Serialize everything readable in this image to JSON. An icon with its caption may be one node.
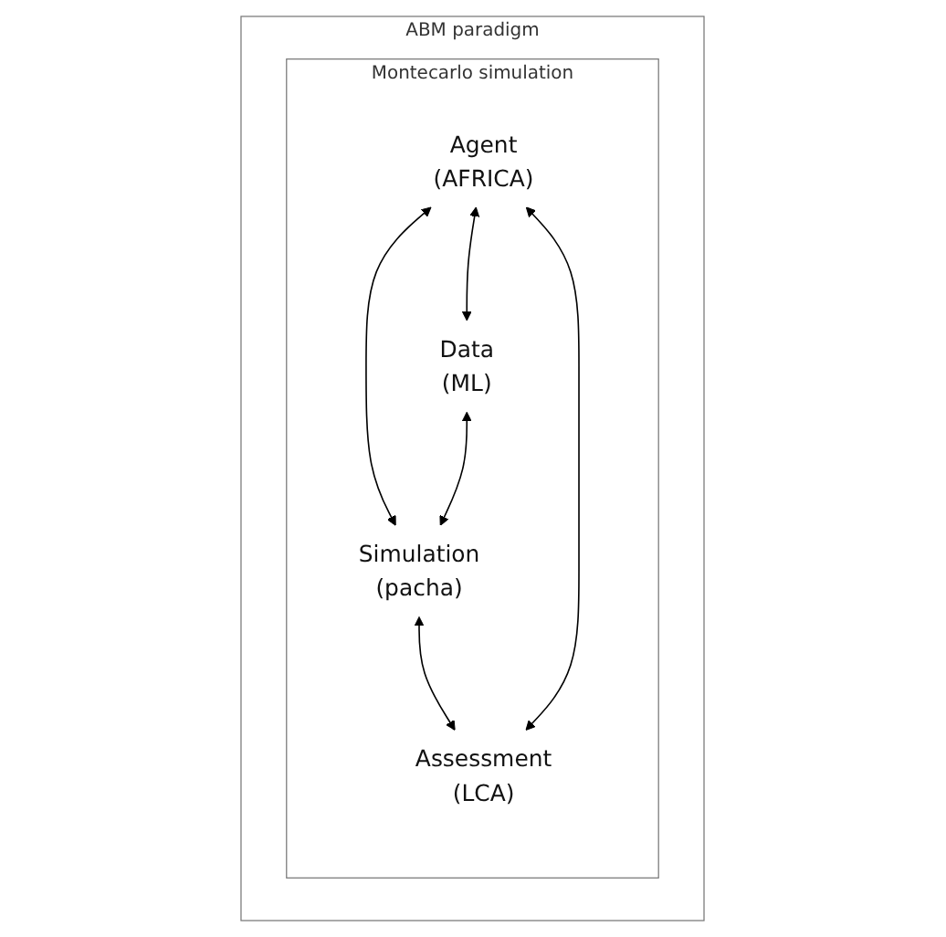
{
  "diagram": {
    "nodes": [
      {
        "text": [
          "ABM paradigm"
        ]
      },
      {
        "text": [
          "Montecarlo simulation"
        ],
        "in": 0
      },
      {
        "text": [
          "Agent",
          "(AFRICA)"
        ],
        "in": 1
      },
      {
        "text": [
          "Data",
          "(ML)"
        ],
        "in": 1
      },
      {
        "text": [
          "Simulation",
          "(pacha)"
        ],
        "in": 1
      },
      {
        "text": [
          "Assessment",
          "(LCA)"
        ],
        "in": 1
      }
    ],
    "edges": [
      {
        "from": 2,
        "to": 3,
        "arrow": "both"
      },
      {
        "from": 2,
        "to": 4,
        "arrow": "both"
      },
      {
        "from": 3,
        "to": 4,
        "arrow": "both"
      },
      {
        "from": 4,
        "to": 5,
        "arrow": "both"
      },
      {
        "from": 2,
        "to": 5,
        "arrow": "both"
      }
    ]
  }
}
